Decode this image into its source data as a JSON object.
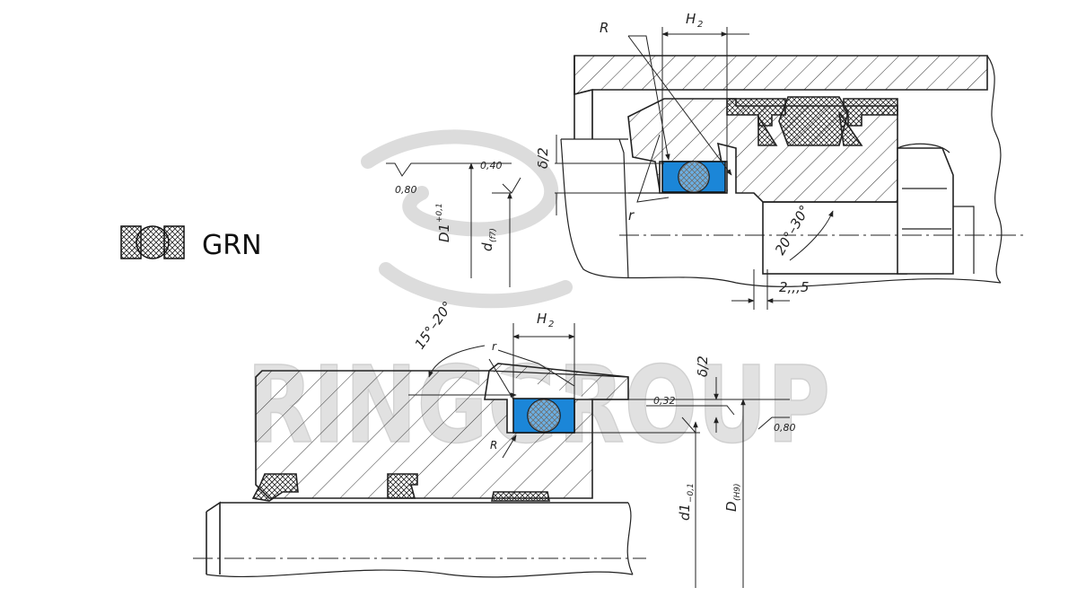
{
  "legend": {
    "label": "GRN"
  },
  "watermark": {
    "text": "RINGGROUP"
  },
  "top_drawing": {
    "radius_large": "R",
    "radius_small": "r",
    "groove_width": "H",
    "groove_width_sub": "2",
    "half_gap": "δ/2",
    "roughness_top": "0,40",
    "roughness_face": "0,80",
    "bore_diameter": "D1",
    "bore_tolerance": "+0,1",
    "piston_diameter": "d",
    "piston_tolerance": "(f7)",
    "chamfer_angle": "20°–30°",
    "chamfer_length": "2,,,5"
  },
  "bottom_drawing": {
    "chamfer_angle": "15°–20°",
    "groove_width": "H",
    "groove_width_sub": "2",
    "radius_small": "r",
    "radius_large": "R",
    "half_gap": "δ/2",
    "roughness_gap": "0,32",
    "roughness_face": "0,80",
    "groove_diameter": "d1",
    "groove_tolerance": "−0,1",
    "bore_diameter": "D",
    "bore_tolerance": "(H9)"
  },
  "colors": {
    "seal_blue": "#1b86d8",
    "line": "#222222",
    "watermark": "#d6d6d6"
  }
}
